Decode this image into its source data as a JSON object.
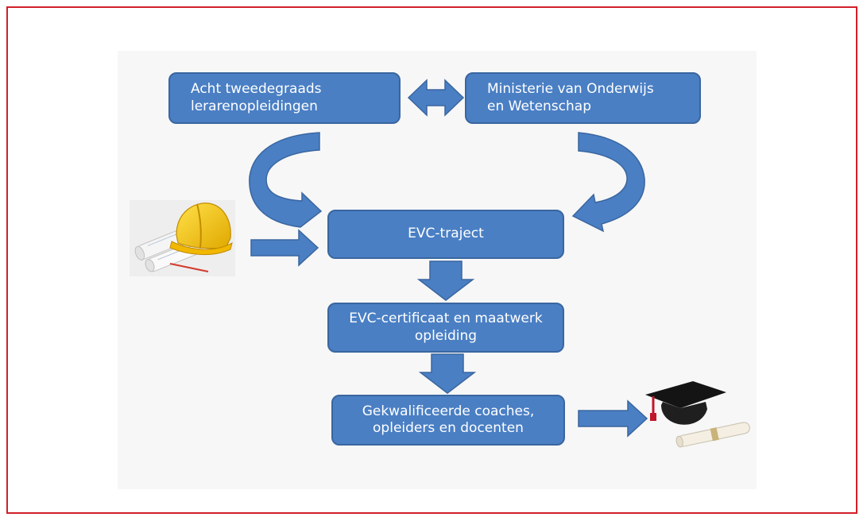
{
  "diagram": {
    "nodes": {
      "acht": {
        "line1": "Acht tweedegraads",
        "line2": "lerarenopleidingen"
      },
      "ministerie": {
        "line1": "Ministerie van Onderwijs",
        "line2": "en Wetenschap"
      },
      "evc_traject": {
        "label": "EVC-traject"
      },
      "certificaat": {
        "line1": "EVC-certificaat en maatwerk",
        "line2": "opleiding"
      },
      "gekwalificeerde": {
        "line1": "Gekwalificeerde coaches,",
        "line2": "opleiders en docenten"
      }
    },
    "icons": {
      "worker": "hard-hat-blueprints-icon",
      "graduate": "graduation-cap-diploma-icon"
    },
    "colors": {
      "frame": "#d2202a",
      "box_fill": "#4a7fc4",
      "box_border": "#3a669f",
      "arrow_fill": "#4a7fc4"
    }
  }
}
